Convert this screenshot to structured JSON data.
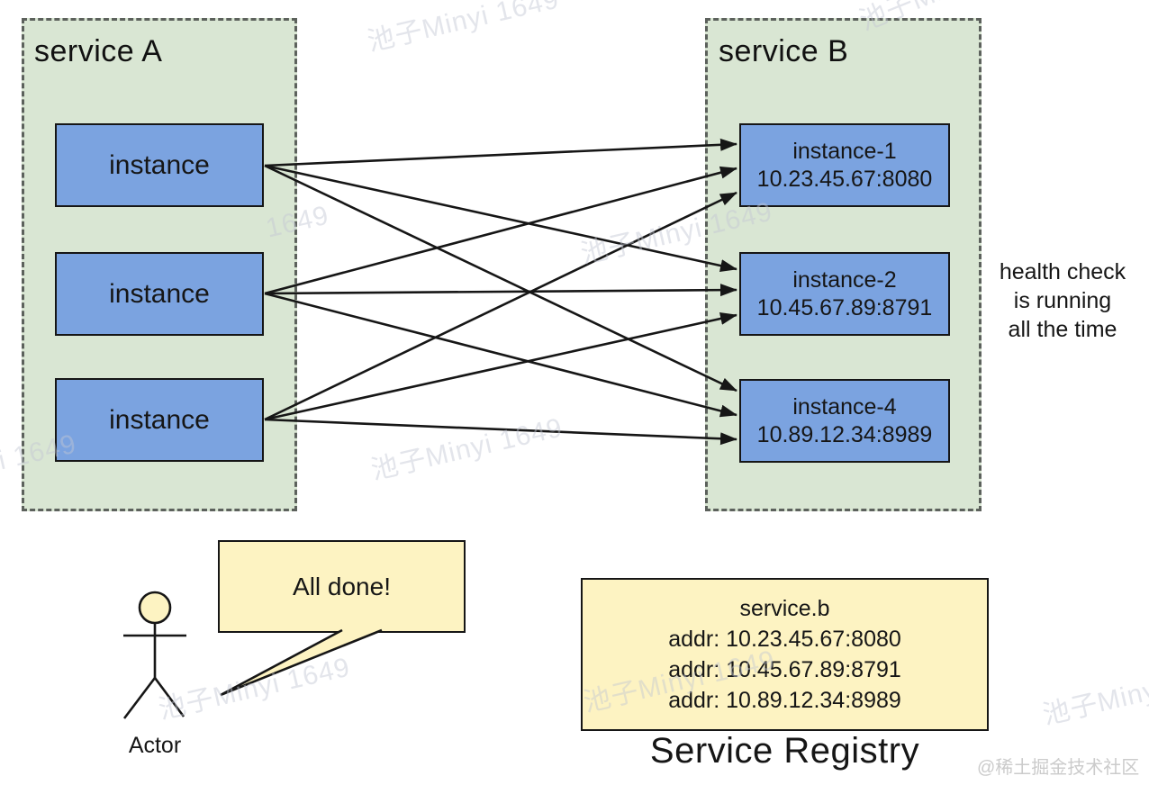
{
  "colors": {
    "container_green": "#d9e6d3",
    "instance_blue": "#7ba3e0",
    "note_yellow": "#fdf3c2",
    "line_black": "#161616",
    "dash_gray": "#5c615c",
    "watermark_gray": "#c3c7d3",
    "footer_gray": "#cbcbcb"
  },
  "service_a": {
    "title": "service A",
    "instance_label": "instance"
  },
  "service_b": {
    "title": "service B",
    "instances": [
      {
        "name": "instance-1",
        "addr": "10.23.45.67:8080"
      },
      {
        "name": "instance-2",
        "addr": "10.45.67.89:8791"
      },
      {
        "name": "instance-4",
        "addr": "10.89.12.34:8989"
      }
    ]
  },
  "health_note": {
    "lines": [
      "health check",
      "is running",
      "all the time"
    ]
  },
  "actor": {
    "label": "Actor",
    "speech": "All done!"
  },
  "registry": {
    "service_name": "service.b",
    "entries": [
      "addr: 10.23.45.67:8080",
      "addr: 10.45.67.89:8791",
      "addr: 10.89.12.34:8989"
    ],
    "caption": "Service Registry"
  },
  "watermark": {
    "text": "池子Minyi 1649",
    "partial": "1649",
    "footer": "@稀土掘金技术社区"
  }
}
